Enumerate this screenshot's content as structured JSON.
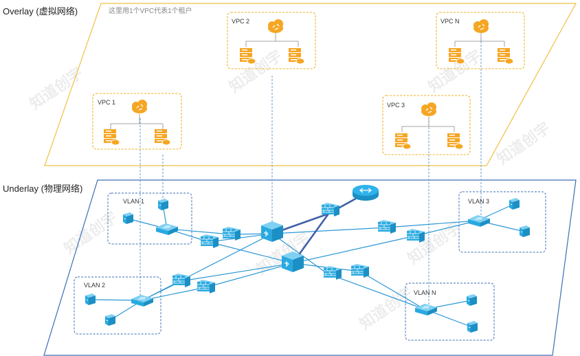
{
  "overlay": {
    "title": "Overlay (虚拟网络)",
    "note": "这里用1个VPC代表1个租户",
    "vpcs": [
      "VPC 1",
      "VPC 2",
      "VPC N",
      "VPC 3"
    ]
  },
  "underlay": {
    "title": "Underlay (物理网络)",
    "vlans": [
      "VLAN 1",
      "VLAN 2",
      "VLAN 3",
      "VLAN N"
    ]
  },
  "watermark": "知道创宇",
  "colors": {
    "overlay_border": "#f0c040",
    "vpc_border": "#f0b020",
    "vpc_icon": "#f5a623",
    "underlay_border": "#3a6db5",
    "device": "#29a9e0",
    "link": "#2a97d6",
    "core_link": "#4060a8",
    "mapping_line": "#6a9ad0"
  },
  "icons": [
    "cloud-router-icon",
    "server-icon",
    "switch-icon",
    "firewall-icon",
    "router-icon",
    "host-icon"
  ]
}
